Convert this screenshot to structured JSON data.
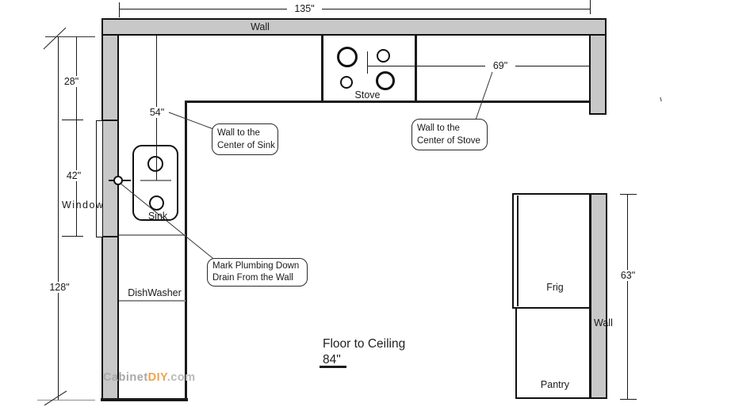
{
  "walls": {
    "top_label": "Wall",
    "right_label": "Wall"
  },
  "dims": {
    "top_width": "135\"",
    "upper_left": "28\"",
    "window_height": "42\"",
    "left_height": "128\"",
    "wall_to_sink": "54\"",
    "wall_to_stove": "69\"",
    "frig_wall_height": "63\""
  },
  "labels": {
    "stove": "Stove",
    "sink": "Sink",
    "window": "Window",
    "dishwasher": "DishWasher",
    "frig": "Frig",
    "pantry": "Pantry",
    "floor_to_ceiling": "Floor to Ceiling",
    "ceiling_height": "84\""
  },
  "callouts": {
    "sink": {
      "line1": "Wall to the",
      "line2": "Center of Sink"
    },
    "stove": {
      "line1": "Wall to the",
      "line2": "Center of Stove"
    },
    "plumbing": {
      "line1": "Mark Plumbing Down",
      "line2": "Drain From the Wall"
    }
  },
  "watermark": {
    "part1": "Cabinet",
    "part2": "DIY",
    "part3": ".com"
  },
  "colors": {
    "wall_fill": "#c8c8c8",
    "line": "#1a1a1a",
    "divider": "#8f8f8f",
    "watermark_gray": "#a8a8a8",
    "watermark_orange": "#f0a54c",
    "watermark_light": "#b9b9b9"
  }
}
